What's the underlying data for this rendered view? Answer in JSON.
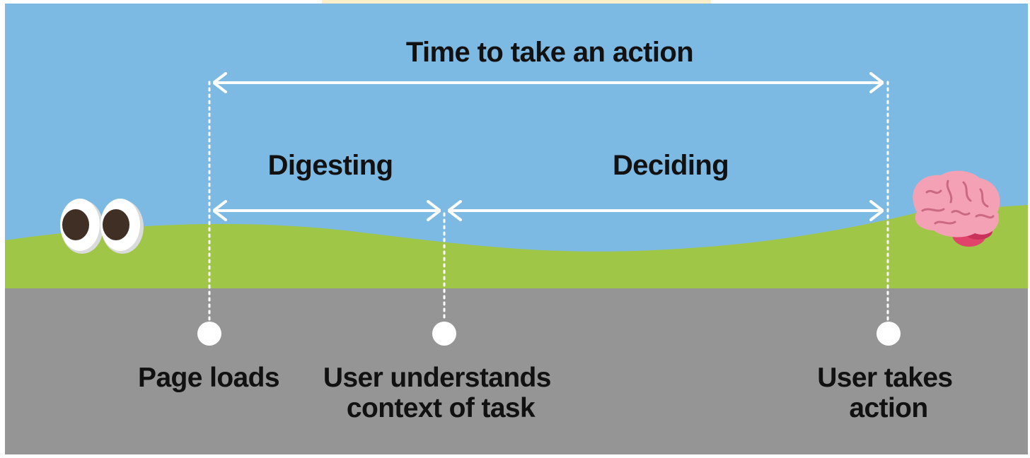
{
  "colors": {
    "sky": "#7dbae3",
    "grass": "#9fc646",
    "ground": "#959595",
    "marker": "#ffffff",
    "text": "#111111",
    "top_tab": "#fbeec9"
  },
  "title": "Time to take an action",
  "phases": [
    {
      "label": "Digesting"
    },
    {
      "label": "Deciding"
    }
  ],
  "milestones": [
    {
      "lines": [
        "Page loads"
      ]
    },
    {
      "lines": [
        "User understands",
        "context of task"
      ]
    },
    {
      "lines": [
        "User takes",
        "action"
      ]
    }
  ],
  "icons": {
    "start": "eyes-icon",
    "end": "brain-icon"
  }
}
